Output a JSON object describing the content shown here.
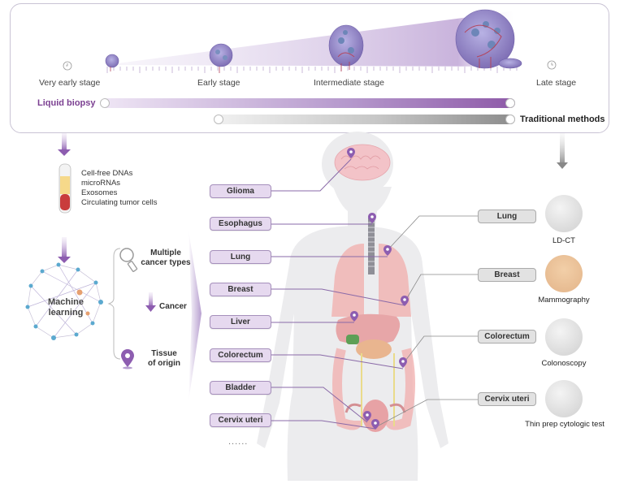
{
  "timeline": {
    "stages": [
      {
        "label": "Very early stage"
      },
      {
        "label": "Early stage"
      },
      {
        "label": "Intermediate stage"
      },
      {
        "label": "Late stage"
      }
    ],
    "liquid_biopsy_label": "Liquid biopsy",
    "traditional_methods_label": "Traditional methods",
    "colors": {
      "liquid": "#8e5aa8",
      "traditional": "#8c8c8c",
      "tumor": "#8f86c4"
    }
  },
  "sample": {
    "analytes": [
      "Cell-free DNAs",
      "microRNAs",
      "Exosomes",
      "Circulating tumor cells"
    ]
  },
  "machine_learning": {
    "label_line1": "Machine",
    "label_line2": "learning",
    "outputs": [
      {
        "line1": "Multiple",
        "line2": "cancer types",
        "icon": "magnifier-icon"
      },
      {
        "line1": "Cancer",
        "line2": "",
        "icon": "down-arrow-icon"
      },
      {
        "line1": "Tissue",
        "line2": "of origin",
        "icon": "location-pin-icon"
      }
    ]
  },
  "organs_liquid": [
    "Glioma",
    "Esophagus",
    "Lung",
    "Breast",
    "Liver",
    "Colorectum",
    "Bladder",
    "Cervix uteri"
  ],
  "more_indicator": "......",
  "traditional": [
    {
      "organ": "Lung",
      "method": "LD-CT"
    },
    {
      "organ": "Breast",
      "method": "Mammography"
    },
    {
      "organ": "Colorectum",
      "method": "Colonoscopy"
    },
    {
      "organ": "Cervix uteri",
      "method": "Thin prep cytologic test"
    }
  ]
}
